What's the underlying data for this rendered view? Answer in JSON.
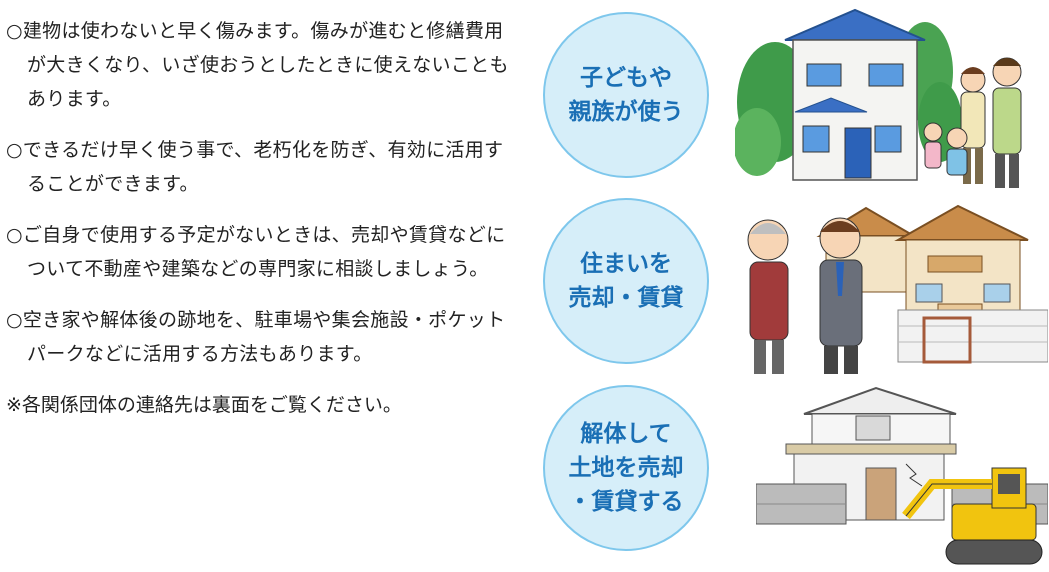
{
  "bullets": [
    {
      "text": "○建物は使わないと早く傷みます。傷みが進むと修繕費用が大きくなり、いざ使おうとしたときに使えないこともあります。"
    },
    {
      "text": "○できるだけ早く使う事で、老朽化を防ぎ、有効に活用することができます。"
    },
    {
      "text": "○ご自身で使用する予定がないときは、売却や賃貸などについて不動産や建築などの専門家に相談しましょう。"
    },
    {
      "text": "○空き家や解体後の跡地を、駐車場や集会施設・ポケットパークなどに活用する方法もあります。"
    }
  ],
  "note": "※各関係団体の連絡先は裏面をご覧ください。",
  "options": [
    {
      "line1": "子どもや",
      "line2": "親族が使う",
      "line3": ""
    },
    {
      "line1": "住まいを",
      "line2": "売却・賃貸",
      "line3": ""
    },
    {
      "line1": "解体して",
      "line2": "土地を売却",
      "line3": "・賃貸する"
    }
  ],
  "colors": {
    "accent_text": "#1a6fb5",
    "circle_fill": "#d6eef9",
    "circle_border": "#7ec7ec"
  }
}
